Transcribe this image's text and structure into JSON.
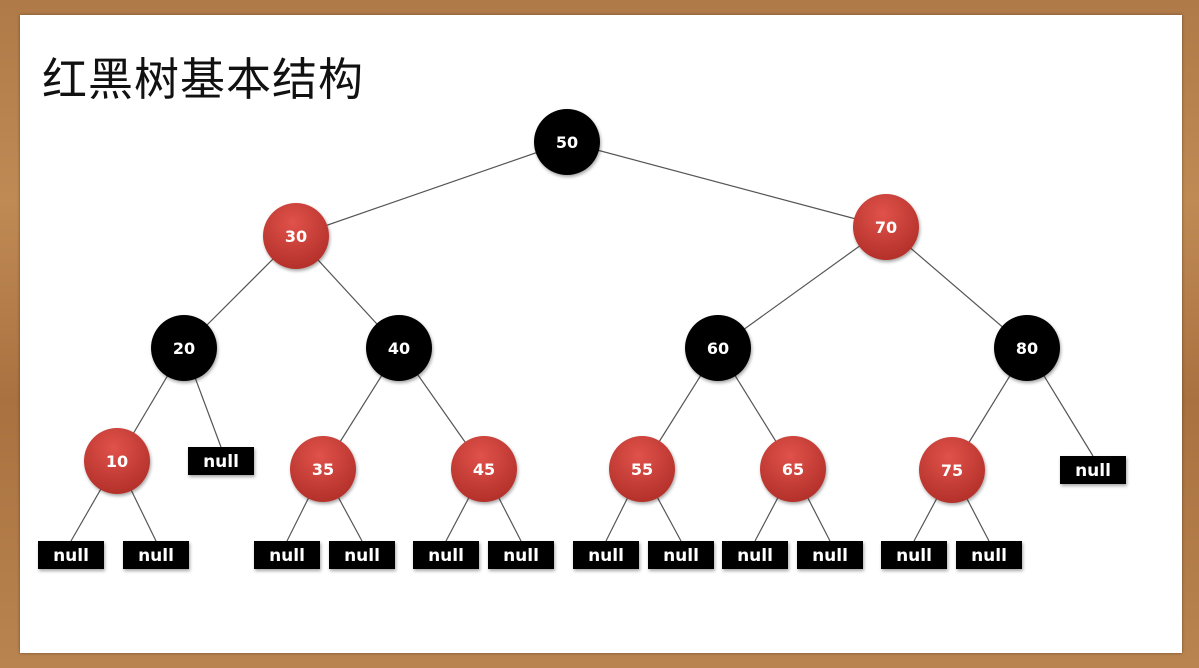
{
  "title": "红黑树基本结构",
  "colors": {
    "red": "#d0443a",
    "black": "#000000",
    "null_box": "#000000",
    "edge": "#555555"
  },
  "nodes": [
    {
      "id": "n50",
      "label": "50",
      "color": "black",
      "parent": null
    },
    {
      "id": "n30",
      "label": "30",
      "color": "red",
      "parent": "n50"
    },
    {
      "id": "n70",
      "label": "70",
      "color": "red",
      "parent": "n50"
    },
    {
      "id": "n20",
      "label": "20",
      "color": "black",
      "parent": "n30"
    },
    {
      "id": "n40",
      "label": "40",
      "color": "black",
      "parent": "n30"
    },
    {
      "id": "n60",
      "label": "60",
      "color": "black",
      "parent": "n70"
    },
    {
      "id": "n80",
      "label": "80",
      "color": "black",
      "parent": "n70"
    },
    {
      "id": "n10",
      "label": "10",
      "color": "red",
      "parent": "n20"
    },
    {
      "id": "n20r",
      "label": "null",
      "color": "null",
      "parent": "n20"
    },
    {
      "id": "n35",
      "label": "35",
      "color": "red",
      "parent": "n40"
    },
    {
      "id": "n45",
      "label": "45",
      "color": "red",
      "parent": "n40"
    },
    {
      "id": "n55",
      "label": "55",
      "color": "red",
      "parent": "n60"
    },
    {
      "id": "n65",
      "label": "65",
      "color": "red",
      "parent": "n60"
    },
    {
      "id": "n75",
      "label": "75",
      "color": "red",
      "parent": "n80"
    },
    {
      "id": "n80r",
      "label": "null",
      "color": "null",
      "parent": "n80"
    },
    {
      "id": "n10l",
      "label": "null",
      "color": "null",
      "parent": "n10"
    },
    {
      "id": "n10r",
      "label": "null",
      "color": "null",
      "parent": "n10"
    },
    {
      "id": "n35l",
      "label": "null",
      "color": "null",
      "parent": "n35"
    },
    {
      "id": "n35r",
      "label": "null",
      "color": "null",
      "parent": "n35"
    },
    {
      "id": "n45l",
      "label": "null",
      "color": "null",
      "parent": "n45"
    },
    {
      "id": "n45r",
      "label": "null",
      "color": "null",
      "parent": "n45"
    },
    {
      "id": "n55l",
      "label": "null",
      "color": "null",
      "parent": "n55"
    },
    {
      "id": "n55r",
      "label": "null",
      "color": "null",
      "parent": "n55"
    },
    {
      "id": "n65l",
      "label": "null",
      "color": "null",
      "parent": "n65"
    },
    {
      "id": "n65r",
      "label": "null",
      "color": "null",
      "parent": "n65"
    },
    {
      "id": "n75l",
      "label": "null",
      "color": "null",
      "parent": "n75"
    },
    {
      "id": "n75r",
      "label": "null",
      "color": "null",
      "parent": "n75"
    }
  ]
}
